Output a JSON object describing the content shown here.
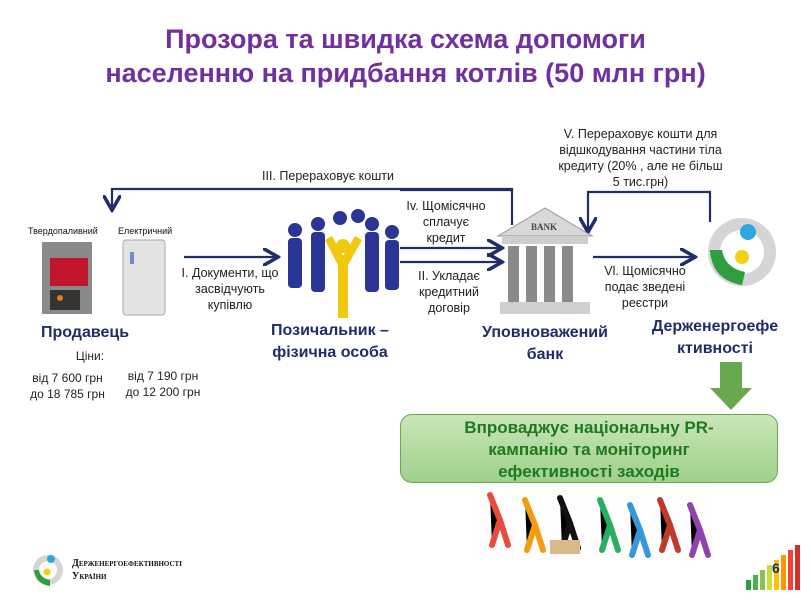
{
  "title": {
    "line1": "Прозора та швидка схема допомоги",
    "line2": "населенню на придбання котлів (50 млн грн)"
  },
  "seller": {
    "boiler_solid": "Твердопаливний",
    "boiler_electric": "Електричний",
    "name": "Продавець",
    "prices_label": "Ціни:",
    "price_solid_from": "від 7 600 грн",
    "price_solid_to": "до 18 785 грн",
    "price_electric_from": "від 7 190 грн",
    "price_electric_to": "до 12 200 грн"
  },
  "borrower": {
    "name_line1": "Позичальник –",
    "name_line2": "фізична особа"
  },
  "bank": {
    "sign": "BANK",
    "name_line1": "Уповноважений",
    "name_line2": "банк"
  },
  "agency": {
    "name_line1": "Держенергоефе",
    "name_line2": "ктивності"
  },
  "steps": {
    "i": [
      "I. Документи, що",
      "засвідчують",
      "купівлю"
    ],
    "ii": [
      "II. Укладає",
      "кредитний",
      "договір"
    ],
    "iii": "III. Перераховує кошти",
    "iv": [
      "Iv. Щомісячно",
      "сплачує",
      "кредит"
    ],
    "v": [
      "V. Перераховує кошти для",
      "відшкодування частини тіла",
      "кредиту  (20% , але не більш",
      "5 тис.грн)"
    ],
    "vi": [
      "Vl. Щомісячно",
      "подає зведені",
      "реєстри"
    ]
  },
  "pr_box": [
    "Впроваджує національну PR-",
    "кампанію та моніторинг",
    "ефективності заходів"
  ],
  "footer": {
    "logo_line1": "Держенергоефективності",
    "logo_line2": "України",
    "page_number": "6"
  },
  "colors": {
    "title": "#7030a0",
    "arrow": "#1f2d6b",
    "actor": "#1f2d6b",
    "pr_text": "#1e7a1e"
  }
}
